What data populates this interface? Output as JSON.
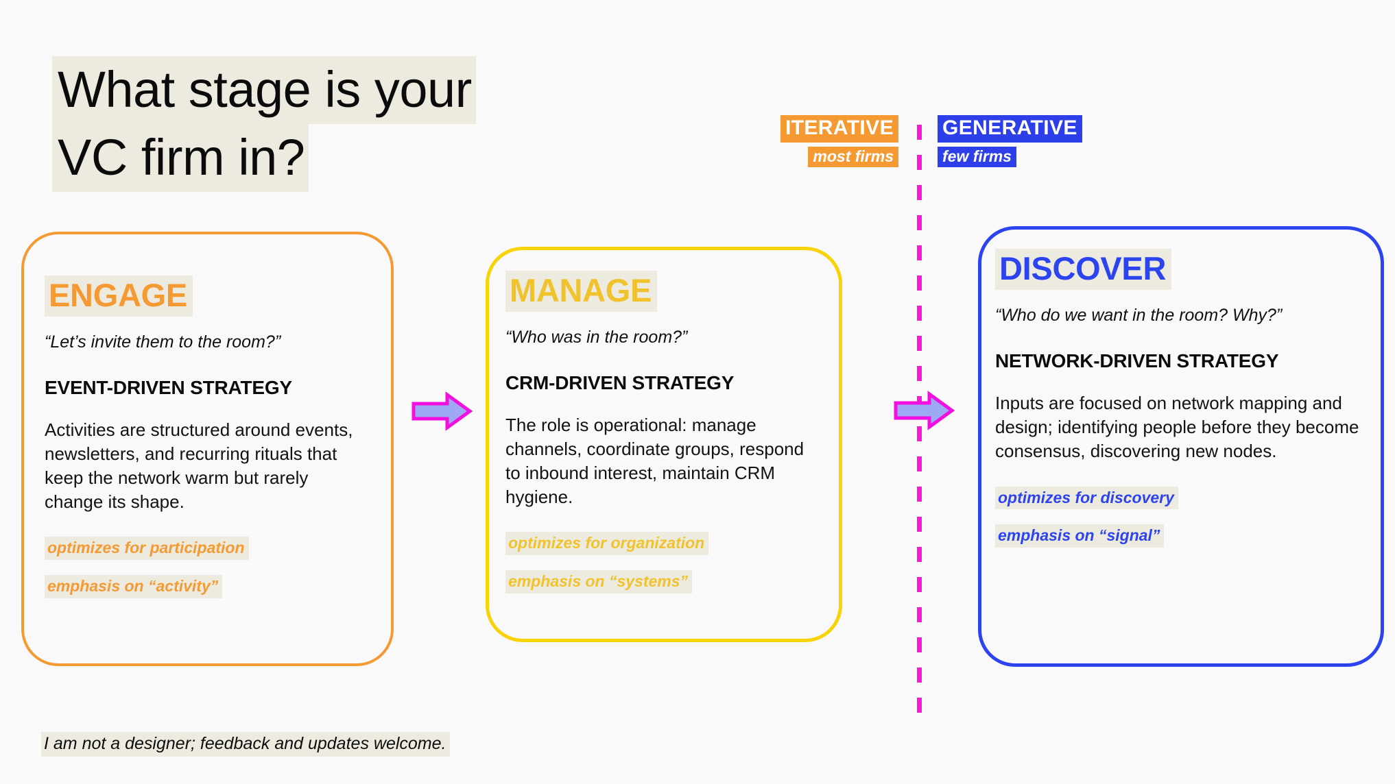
{
  "page": {
    "background_color": "#F9F9F9",
    "highlight_color": "#EDEBE0"
  },
  "title": {
    "line1": "What stage is your",
    "line2": "VC firm in?"
  },
  "spectrum": {
    "left": {
      "heading": "ITERATIVE",
      "subtext": "most firms",
      "color": "#F59A33"
    },
    "right": {
      "heading": "GENERATIVE",
      "subtext": "few firms",
      "color": "#2C3FE8"
    },
    "divider_color": "#FB17D8"
  },
  "cards": [
    {
      "id": "engage",
      "title": "ENGAGE",
      "accent_color": "#F59A33",
      "border_color": "#F59A33",
      "quote": "“Let’s invite them to the room?”",
      "strategy": "EVENT-DRIVEN STRATEGY",
      "body": "Activities are structured around events, newsletters, and recurring rituals that keep the network warm but rarely change its shape.",
      "tag1": "optimizes for participation",
      "tag2": "emphasis on “activity”"
    },
    {
      "id": "manage",
      "title": "MANAGE",
      "accent_color": "#F0C22C",
      "border_color": "#F7D308",
      "quote": "“Who was in the room?”",
      "strategy": "CRM-DRIVEN STRATEGY",
      "body": "The role is operational: manage channels, coordinate groups, respond to inbound interest, maintain CRM hygiene.",
      "tag1": "optimizes for organization",
      "tag2": "emphasis on “systems”"
    },
    {
      "id": "discover",
      "title": "DISCOVER",
      "accent_color": "#2C44F0",
      "border_color": "#2C44F0",
      "quote": "“Who do we want in the room? Why?”",
      "strategy": "NETWORK-DRIVEN STRATEGY",
      "body": "Inputs are focused on network mapping and design; identifying people before they become consensus, discovering new nodes.",
      "tag1": "optimizes for discovery",
      "tag2": "emphasis on “signal”"
    }
  ],
  "arrows": {
    "fill_color": "#9DA9F5",
    "stroke_color": "#F20FE0",
    "count": 2
  },
  "footer": {
    "note": "I am not a designer; feedback and updates welcome."
  }
}
